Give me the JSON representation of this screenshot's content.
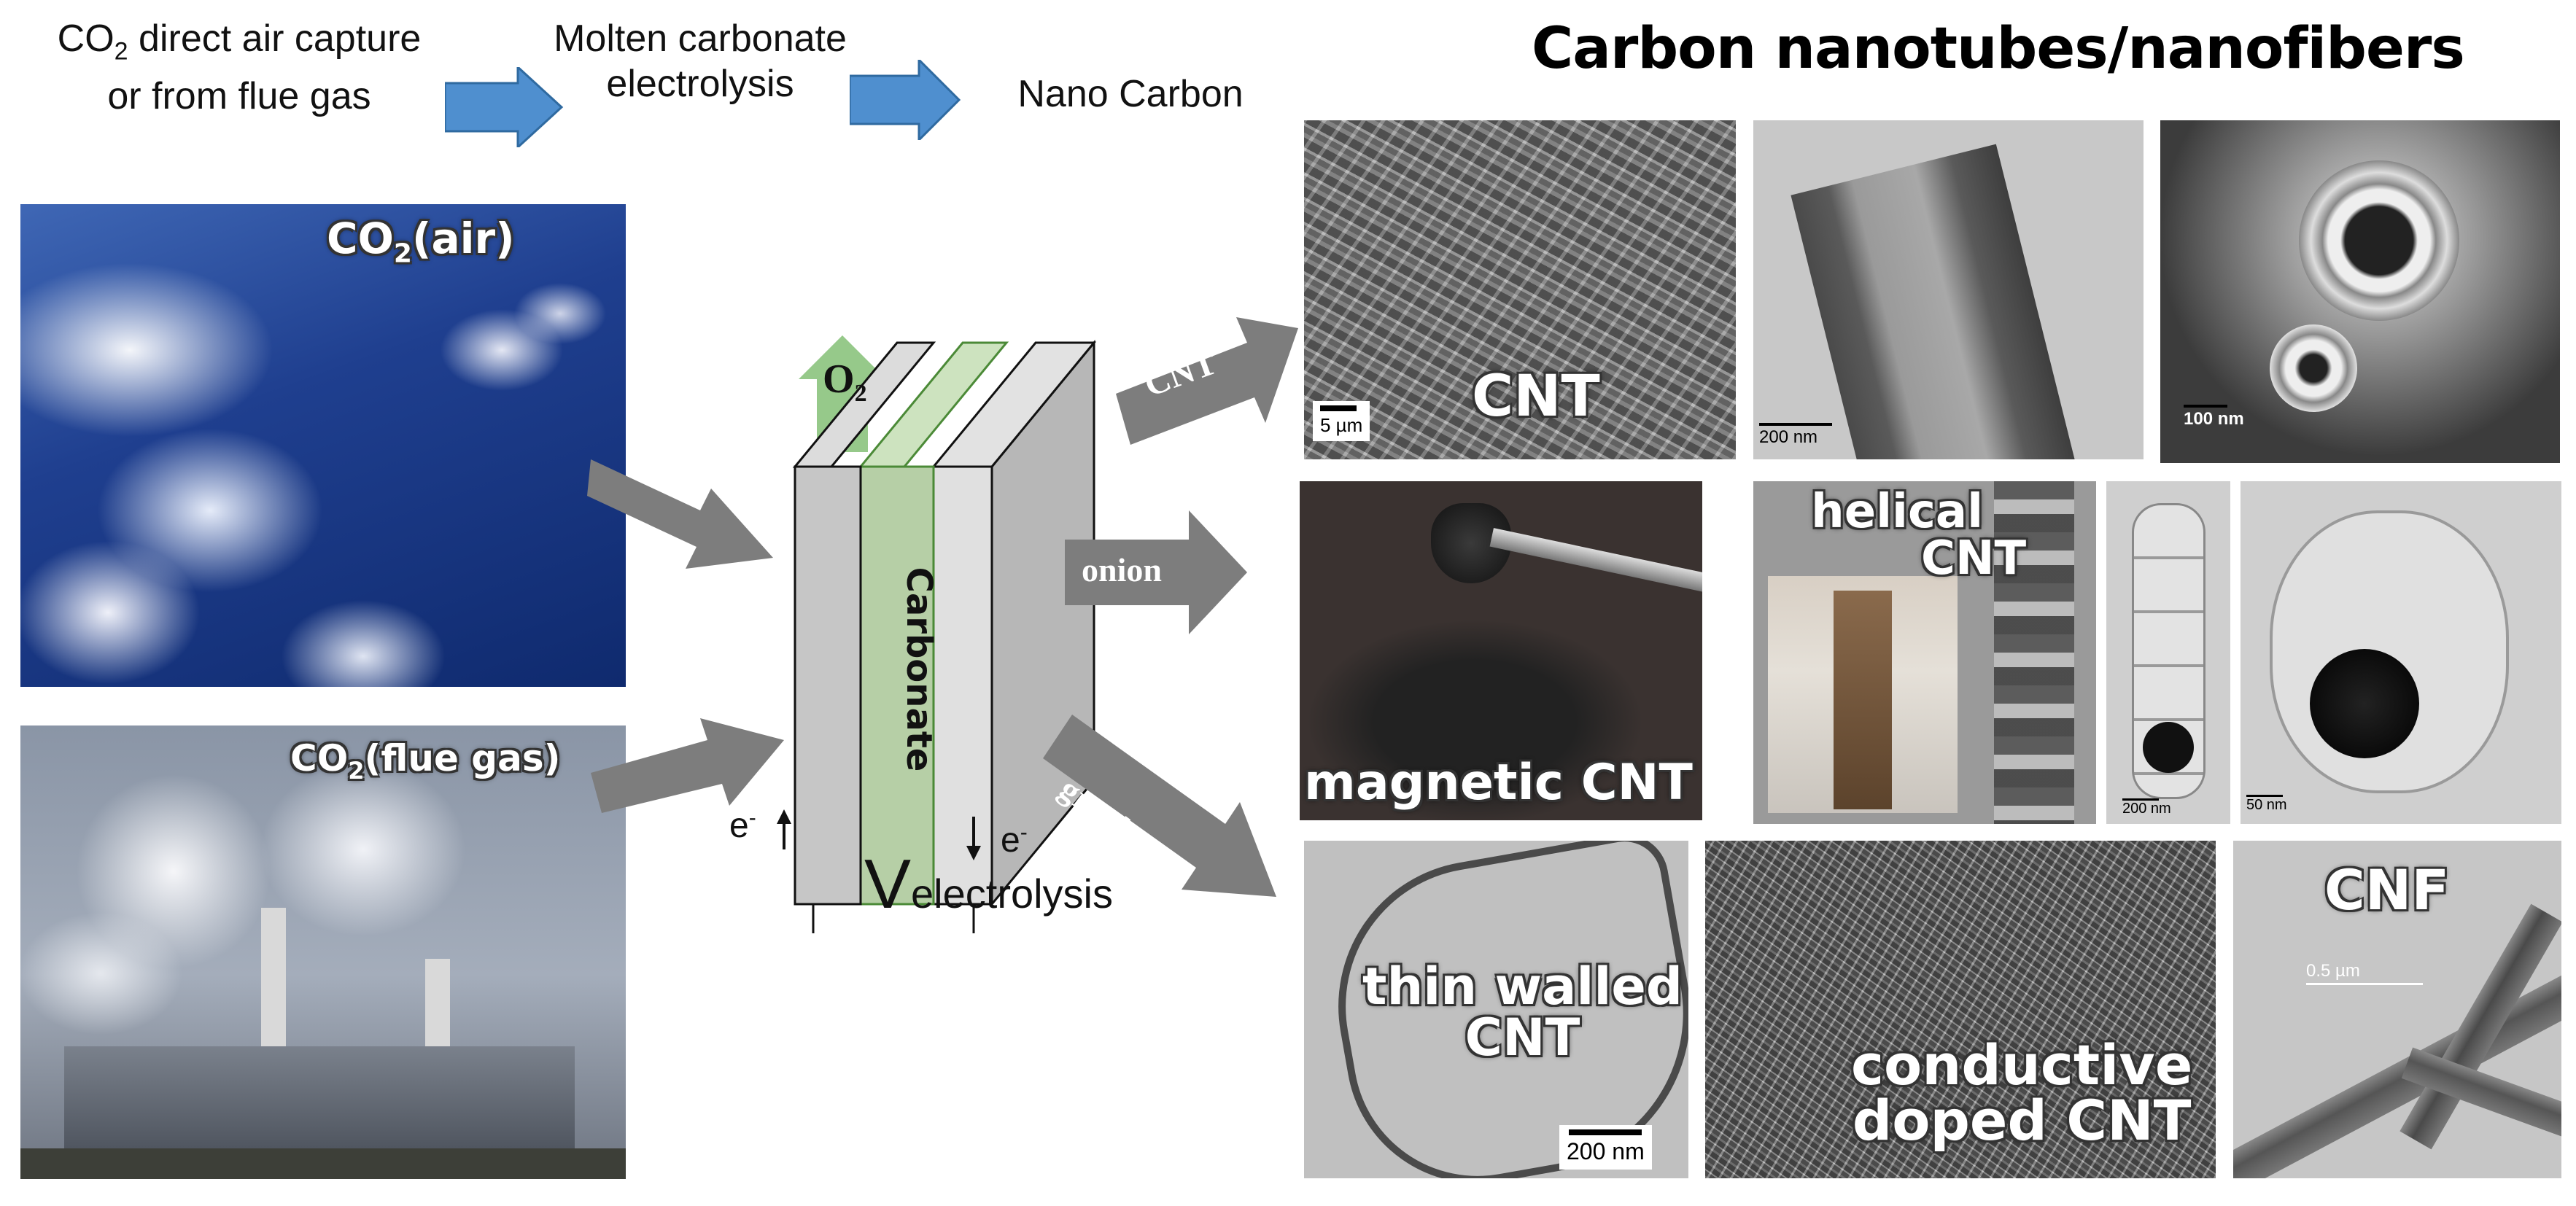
{
  "flow": {
    "step1_line1": "CO",
    "step1_sub": "2",
    "step1_line1_rest": " direct air capture",
    "step1_line2": "or from flue gas",
    "step2_line1": "Molten carbonate",
    "step2_line2": "electrolysis",
    "step3": "Nano Carbon"
  },
  "title": "Carbon nanotubes/nanofibers",
  "sources": {
    "air_label_main": "CO",
    "air_label_sub": "2",
    "air_label_rest": "(air)",
    "flue_label_main": "CO",
    "flue_label_sub": "2",
    "flue_label_rest": "(flue gas)"
  },
  "cell": {
    "o2_main": "O",
    "o2_sub": "2",
    "carbonate": "Carbonate",
    "electron_left": "e",
    "electron_right": "e",
    "electron_sup": "-",
    "v_main": "V",
    "v_sub": "electrolysis"
  },
  "products": {
    "cnt": "CNT",
    "onion": "onion",
    "graphene": "graphene"
  },
  "images": {
    "cnt_label": "CNT",
    "cnt_scale": "5 µm",
    "tem1_scale": "200 nm",
    "sem_scale": "100 nm",
    "magnetic_label": "magnetic CNT",
    "helical_line1": "helical",
    "helical_line2": "CNT",
    "helical_scale1": "200 nm",
    "helical_scale2": "50 nm",
    "thin_line1": "thin walled",
    "thin_line2": "CNT",
    "thin_scale": "200 nm",
    "doped_line1": "conductive",
    "doped_line2": "doped CNT",
    "cnf_label": "CNF",
    "cnf_scale": "0.5 µm"
  },
  "colors": {
    "flow_arrow": "#4f8fcf",
    "gray_arrow": "#7d7d7d",
    "o2_arrow": "#96c98a",
    "carbonate_fill": "#b6cfa6"
  }
}
